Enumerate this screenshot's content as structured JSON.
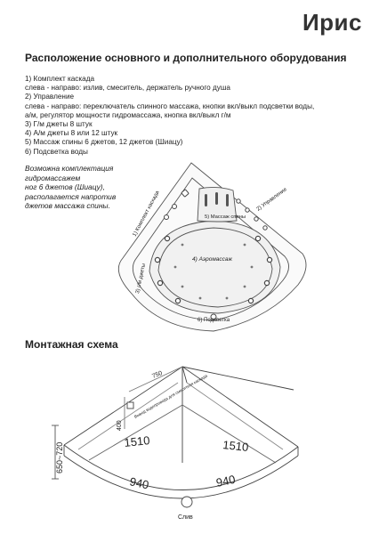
{
  "page": {
    "title": "Ирис",
    "section1_title": "Расположение основного и дополнительного оборудования",
    "equipment": [
      "1) Комплект каскада",
      "слева - направо: излив, смеситель, держатель ручного душа",
      "2) Управление",
      "слева - направо: переключатель спинного массажа, кнопки вкл/выкл подсветки воды,",
      "а/м, регулятор мощности гидромассажа, кнопка вкл/выкл г/м",
      "3) Г/м джеты 8 штук",
      "4) А/м джеты 8 или 12 штук",
      "5) Массаж спины 6 джетов, 12 джетов (Шиацу)",
      "6) Подсветка воды"
    ],
    "note": [
      "Возможна комплектация гидромассажем",
      "ног 6 джетов (Шиацу),",
      "располагается напротив",
      "джетов массажа спины."
    ],
    "section2_title": "Монтажная схема"
  },
  "tub_labels": {
    "cascade": "1) Комплект каскада",
    "control": "2) Управление",
    "hydro": "3) г/м джеты",
    "air": "4) Аэромассаж",
    "back": "5) Массаж спины",
    "light": "6) Подсветка"
  },
  "mount": {
    "dim_750": "750",
    "dim_400": "400",
    "dim_1510_left": "1510",
    "dim_1510_right": "1510",
    "dim_940_left": "940",
    "dim_940_right": "940",
    "height": "650~720",
    "cascade_note": "Вывод водопровода для смесителя каскада",
    "drain": "Слив"
  }
}
